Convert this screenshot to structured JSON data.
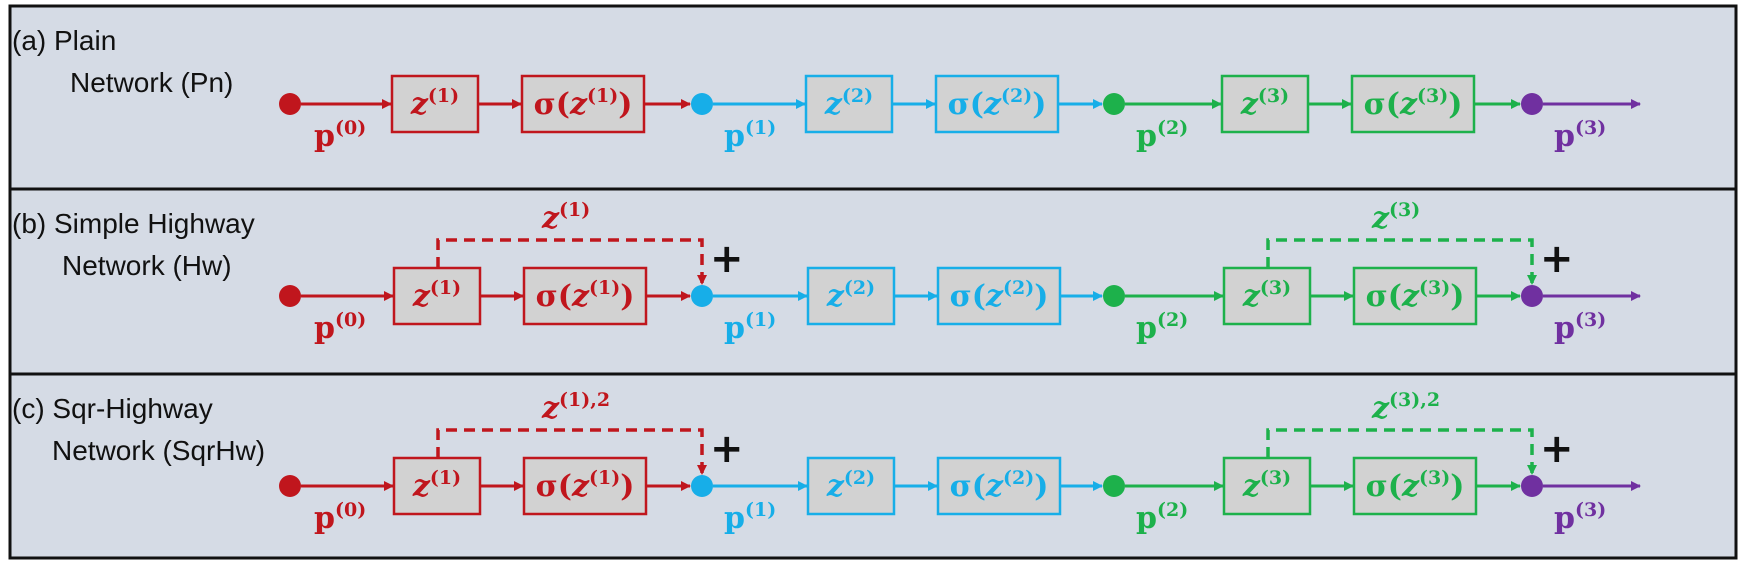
{
  "colors": {
    "red": "#c0161d",
    "blue": "#17aee8",
    "green": "#1db14b",
    "purple": "#7030a0",
    "panel_bg": "#d5dbe5",
    "box_fill": "#d2d2d2"
  },
  "panels": [
    {
      "id": "a",
      "label_lines": [
        "(a)   Plain",
        "Network (Pn)"
      ],
      "skips": []
    },
    {
      "id": "b",
      "label_lines": [
        "(b) Simple Highway",
        "Network (Hw)"
      ],
      "skips": [
        {
          "color": "red",
          "label": "z",
          "sup": "(1)",
          "from_stage": 1,
          "plus": "+"
        },
        {
          "color": "green",
          "label": "z",
          "sup": "(3)",
          "from_stage": 3,
          "plus": "+"
        }
      ]
    },
    {
      "id": "c",
      "label_lines": [
        "(c) Sqr-Highway",
        "Network (SqrHw)"
      ],
      "skips": [
        {
          "color": "red",
          "label": "z",
          "sup": "(1),2",
          "from_stage": 1,
          "plus": "+"
        },
        {
          "color": "green",
          "label": "z",
          "sup": "(3),2",
          "from_stage": 3,
          "plus": "+"
        }
      ]
    }
  ],
  "stages": [
    {
      "color": "red",
      "z_label": "z",
      "z_sup": "(1)",
      "act_pre": "σ(",
      "act_z": "z",
      "act_sup": "(1)",
      "act_post": ")"
    },
    {
      "color": "blue",
      "z_label": "z",
      "z_sup": "(2)",
      "act_pre": "σ(",
      "act_z": "z",
      "act_sup": "(2)",
      "act_post": ")"
    },
    {
      "color": "green",
      "z_label": "z",
      "z_sup": "(3)",
      "act_pre": "σ(",
      "act_z": "z",
      "act_sup": "(3)",
      "act_post": ")"
    }
  ],
  "nodes": [
    {
      "color": "red",
      "label": "p",
      "sup": "(0)"
    },
    {
      "color": "blue",
      "label": "p",
      "sup": "(1)"
    },
    {
      "color": "green",
      "label": "p",
      "sup": "(2)"
    },
    {
      "color": "purple",
      "label": "p",
      "sup": "(3)"
    }
  ]
}
